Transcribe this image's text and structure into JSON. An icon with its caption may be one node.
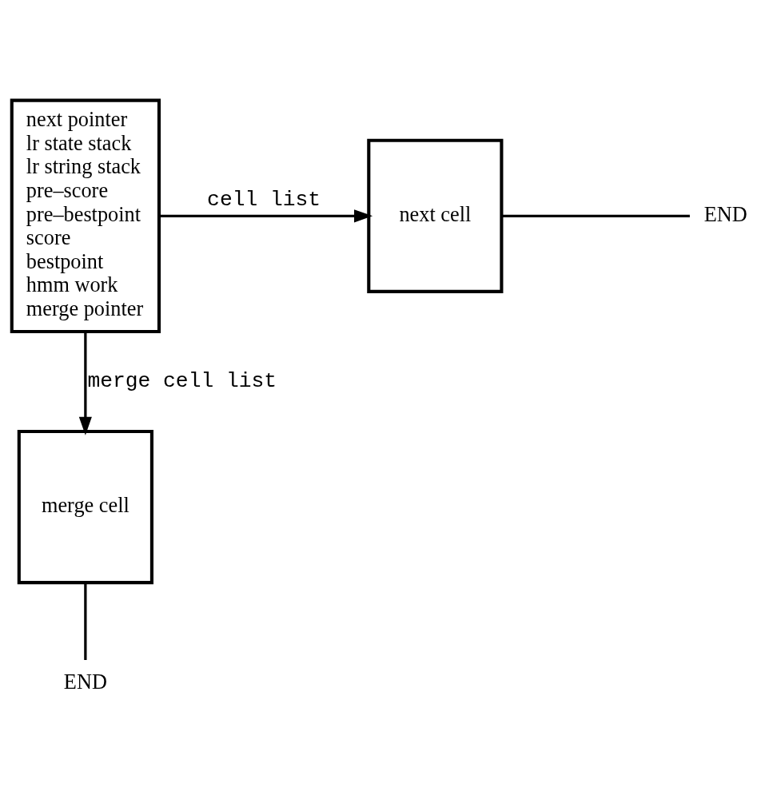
{
  "diagram": {
    "nodes": [
      {
        "text": [
          "next pointer",
          "lr state stack",
          "lr string stack",
          "pre–score",
          "pre–bestpoint",
          "score",
          "bestpoint",
          "hmm work",
          "merge pointer"
        ]
      },
      {
        "text": [
          "next cell"
        ]
      },
      {
        "text": [
          "END"
        ]
      },
      {
        "text": [
          "merge cell"
        ]
      },
      {
        "text": [
          "END"
        ]
      }
    ],
    "edges": [
      {
        "from": 0,
        "to": 1,
        "arrow": "to",
        "label": "cell list"
      },
      {
        "from": 1,
        "to": 2,
        "arrow": "none"
      },
      {
        "from": 0,
        "to": 3,
        "arrow": "to",
        "label": "merge cell list"
      },
      {
        "from": 3,
        "to": 4,
        "arrow": "none"
      }
    ]
  }
}
